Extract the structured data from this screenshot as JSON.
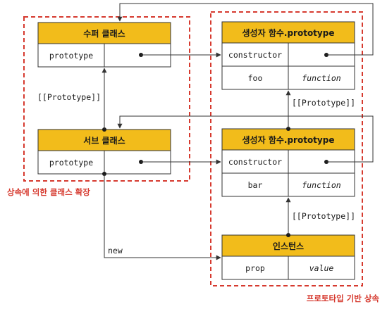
{
  "boxes": {
    "super_class": {
      "title": "수퍼 클래스",
      "row1_key": "prototype",
      "row1_value": ""
    },
    "super_ctor": {
      "title": "생성자 함수.prototype",
      "row1_key": "constructor",
      "row1_value": "",
      "row2_key": "foo",
      "row2_value": "function"
    },
    "sub_class": {
      "title": "서브 클래스",
      "row1_key": "prototype",
      "row1_value": ""
    },
    "sub_ctor": {
      "title": "생성자 함수.prototype",
      "row1_key": "constructor",
      "row1_value": "",
      "row2_key": "bar",
      "row2_value": "function"
    },
    "instance": {
      "title": "인스턴스",
      "row1_key": "prop",
      "row1_value": "value"
    }
  },
  "labels": {
    "left_proto": "[[Prototype]]",
    "right_proto_upper": "[[Prototype]]",
    "right_proto_lower": "[[Prototype]]",
    "new": "new"
  },
  "groups": {
    "left": "상속에 의한 클래스 확장",
    "right": "프로토타입 기반 상속"
  },
  "colors": {
    "header": "#f2bc1b",
    "dashed_border": "#d63a2f"
  }
}
